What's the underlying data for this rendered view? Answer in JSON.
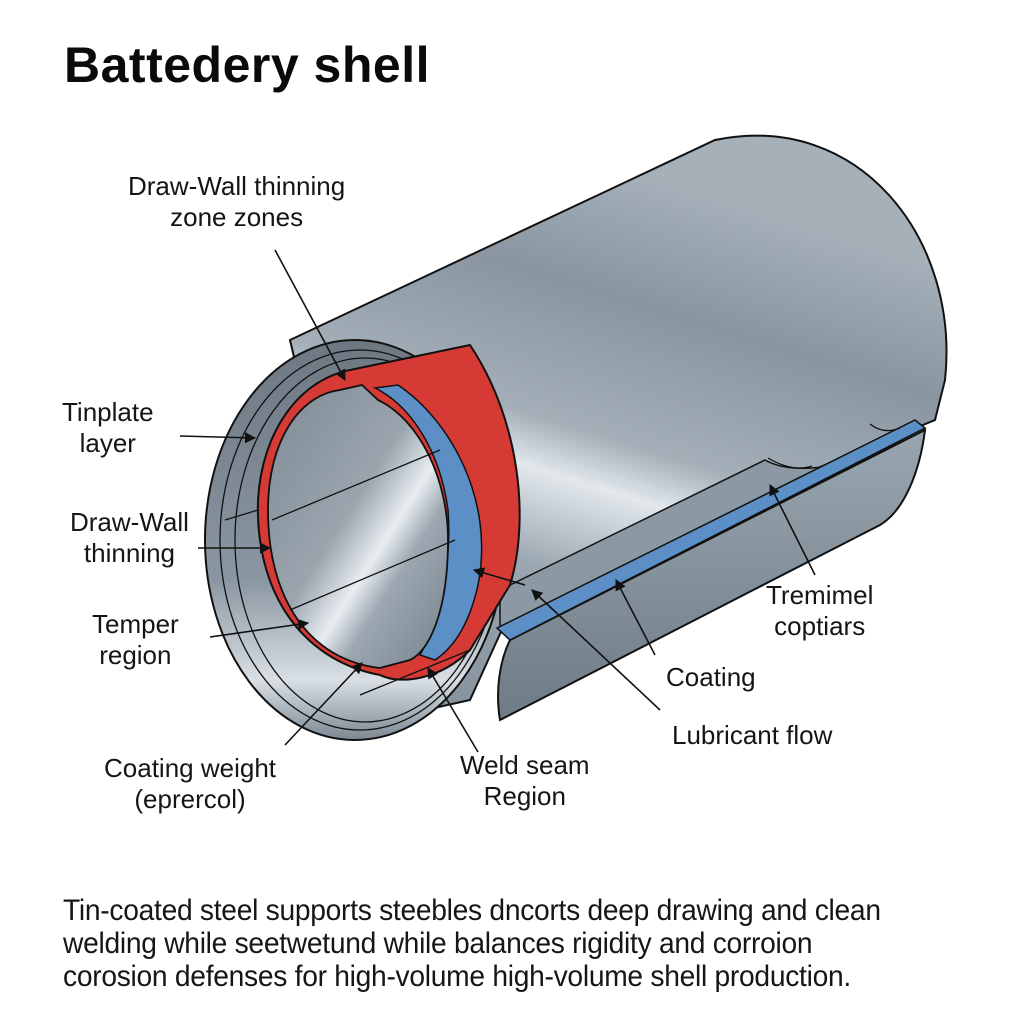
{
  "title": "Battedery shell",
  "labels": {
    "draw_wall_thinning_zones": "Draw-Wall thinning\nzone zones",
    "tinplate_layer": "Tinplate\nlayer",
    "draw_wall_thinning": "Draw-Wall\nthinning",
    "temper_region": "Temper\nregion",
    "coating_weight": "Coating weight\n(eprercol)",
    "weld_seam_region": "Weld seam\nRegion",
    "tremimel_coptiars": "Tremimel\ncoptiars",
    "coating": "Coating",
    "lubricant_flow": "Lubricant flow"
  },
  "caption": "Tin-coated steel supports steebles dncorts deep drawing and clean welding while seetwetund while balances rigidity and corroion corosion defenses for high-volume high-volume shell production.",
  "colors": {
    "steel": "#8e9ba6",
    "steel_dark": "#6f7c87",
    "steel_highlight": "#e6ebef",
    "red_layer": "#d63a35",
    "blue_layer": "#5b8fc6",
    "outline": "#111111"
  }
}
